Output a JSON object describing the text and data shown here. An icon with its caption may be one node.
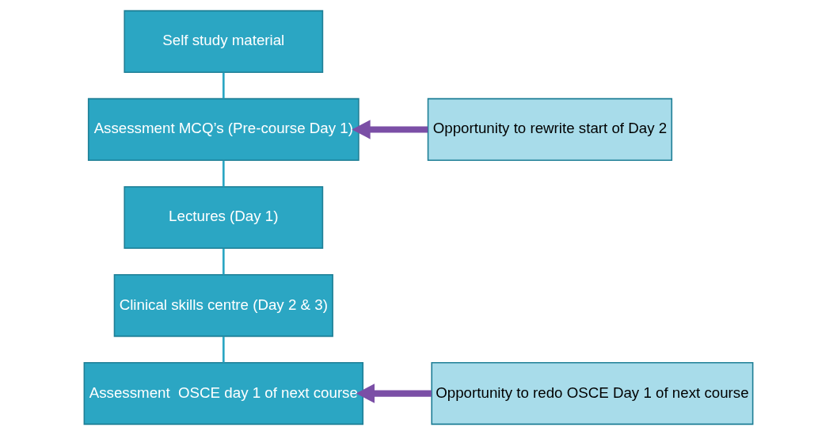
{
  "diagram": {
    "nodes": [
      {
        "text": [
          "Self study material"
        ]
      },
      {
        "text": [
          "Assessment MCQ’s (Pre-course Day 1)"
        ]
      },
      {
        "text": [
          "Lectures (Day 1)"
        ]
      },
      {
        "text": [
          "Clinical skills centre (Day 2 & 3)"
        ]
      },
      {
        "text": [
          "Assessment  OSCE day 1 of next course"
        ]
      },
      {
        "text": [
          "Opportunity to rewrite start of Day 2"
        ]
      },
      {
        "text": [
          "Opportunity to redo OSCE Day 1 of next course"
        ]
      }
    ],
    "edges": [
      {
        "from": 0,
        "to": 1,
        "arrow": "none"
      },
      {
        "from": 1,
        "to": 2,
        "arrow": "none"
      },
      {
        "from": 2,
        "to": 3,
        "arrow": "none"
      },
      {
        "from": 3,
        "to": 4,
        "arrow": "none"
      },
      {
        "from": 5,
        "to": 1,
        "arrow": "to",
        "style": "thick",
        "color": "#7b4fa6"
      },
      {
        "from": 6,
        "to": 4,
        "arrow": "to",
        "style": "thick",
        "color": "#7b4fa6"
      }
    ]
  }
}
